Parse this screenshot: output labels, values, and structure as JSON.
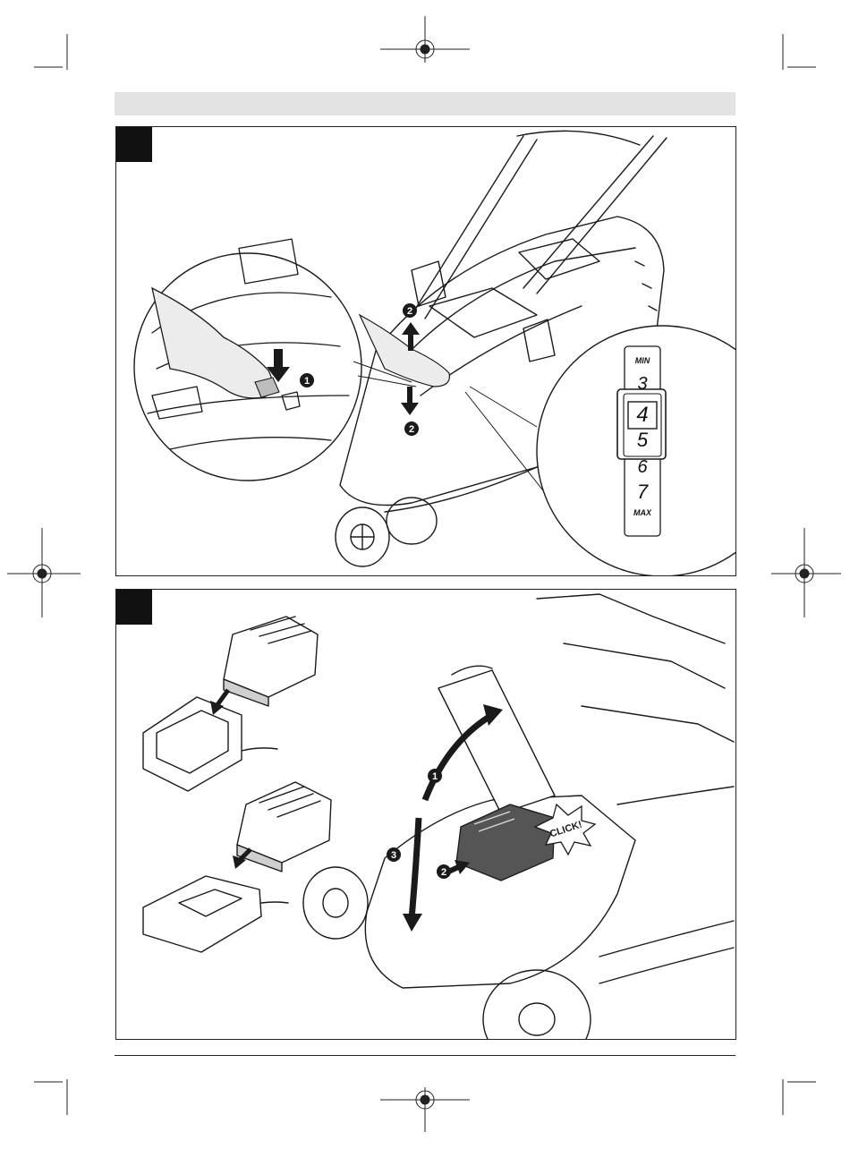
{
  "header": {
    "title": ""
  },
  "figure_a": {
    "badge": "",
    "steps": [
      "1",
      "2",
      "2"
    ],
    "height_dial": {
      "min_label": "MIN",
      "max_label": "MAX",
      "numbers": [
        "3",
        "4",
        "5",
        "6",
        "7"
      ]
    }
  },
  "figure_b": {
    "badge": "",
    "steps": [
      "1",
      "2",
      "3"
    ],
    "callout": "CLICK!"
  },
  "colors": {
    "ink": "#1a1a1a",
    "band": "#e3e3e3",
    "badge": "#111111",
    "hand": "#ececec",
    "battery": "#555555"
  }
}
